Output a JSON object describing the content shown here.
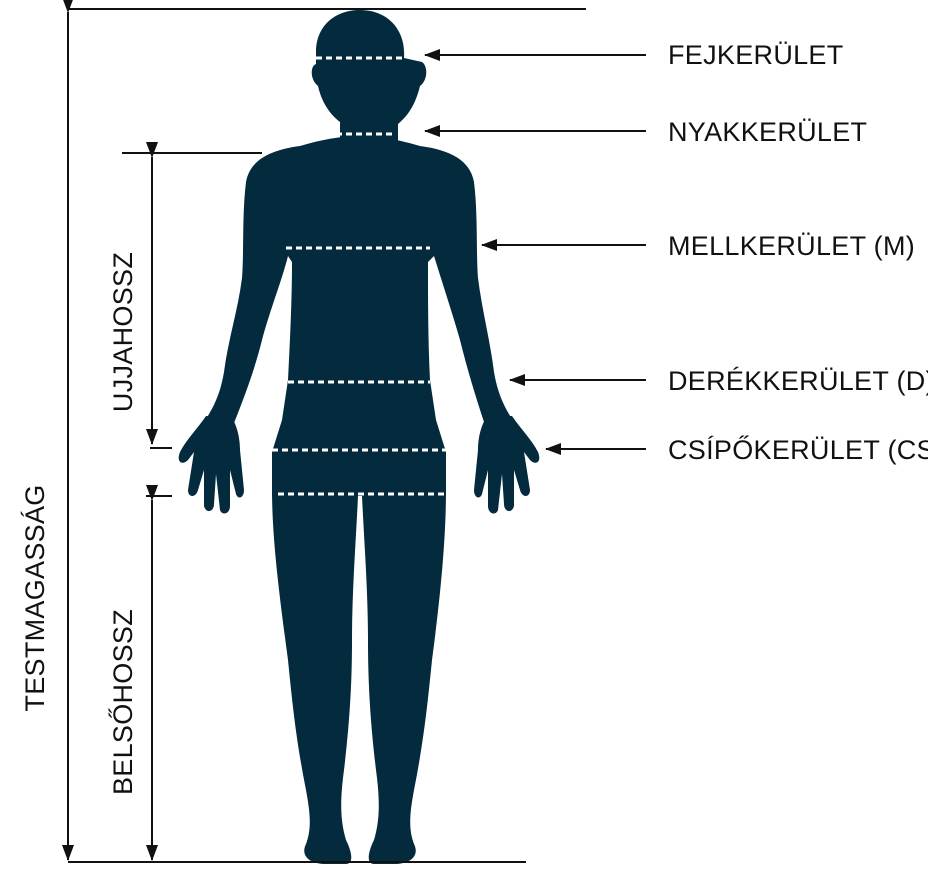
{
  "colors": {
    "silhouette": "#042a3e",
    "ink": "#111111",
    "dash": "#ffffff",
    "background": "#ffffff"
  },
  "measurements": {
    "head": "FEJKERÜLET",
    "neck": "NYAKKERÜLET",
    "chest": "MELLKERÜLET (M)",
    "waist": "DERÉKKERÜLET (D)",
    "hip": "CSÍPŐKERÜLET (CS)"
  },
  "lengths": {
    "sleeve": "UJJAHOSSZ",
    "inseam": "BELSŐHOSSZ",
    "height": "TESTMAGASSÁG"
  }
}
